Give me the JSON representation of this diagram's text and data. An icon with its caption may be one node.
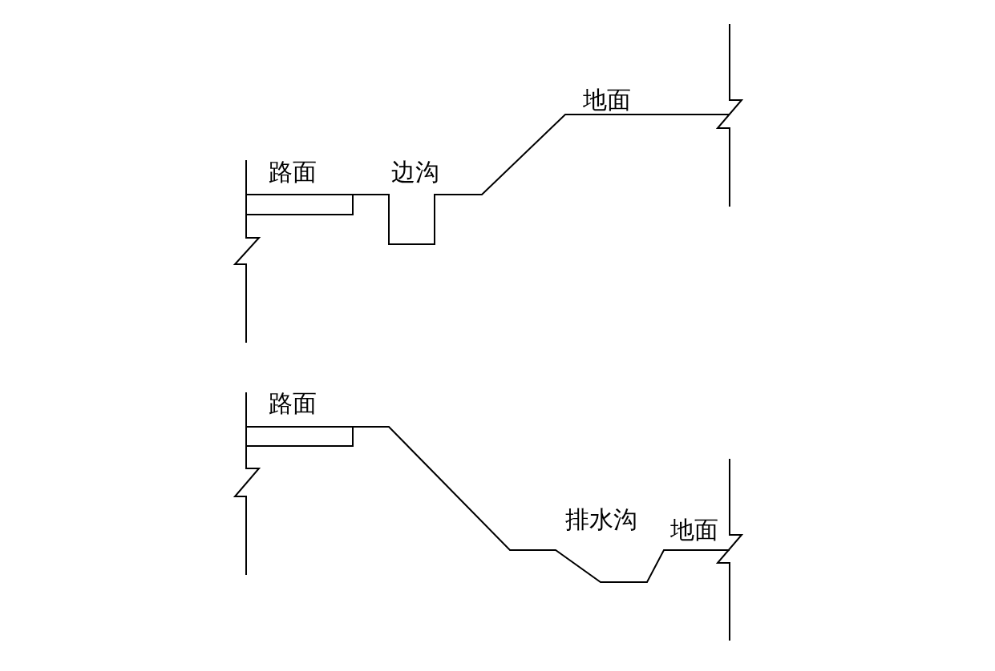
{
  "diagram": {
    "labels": [
      "地面",
      "路面",
      "边沟",
      "路面",
      "排水沟",
      "地面"
    ]
  }
}
